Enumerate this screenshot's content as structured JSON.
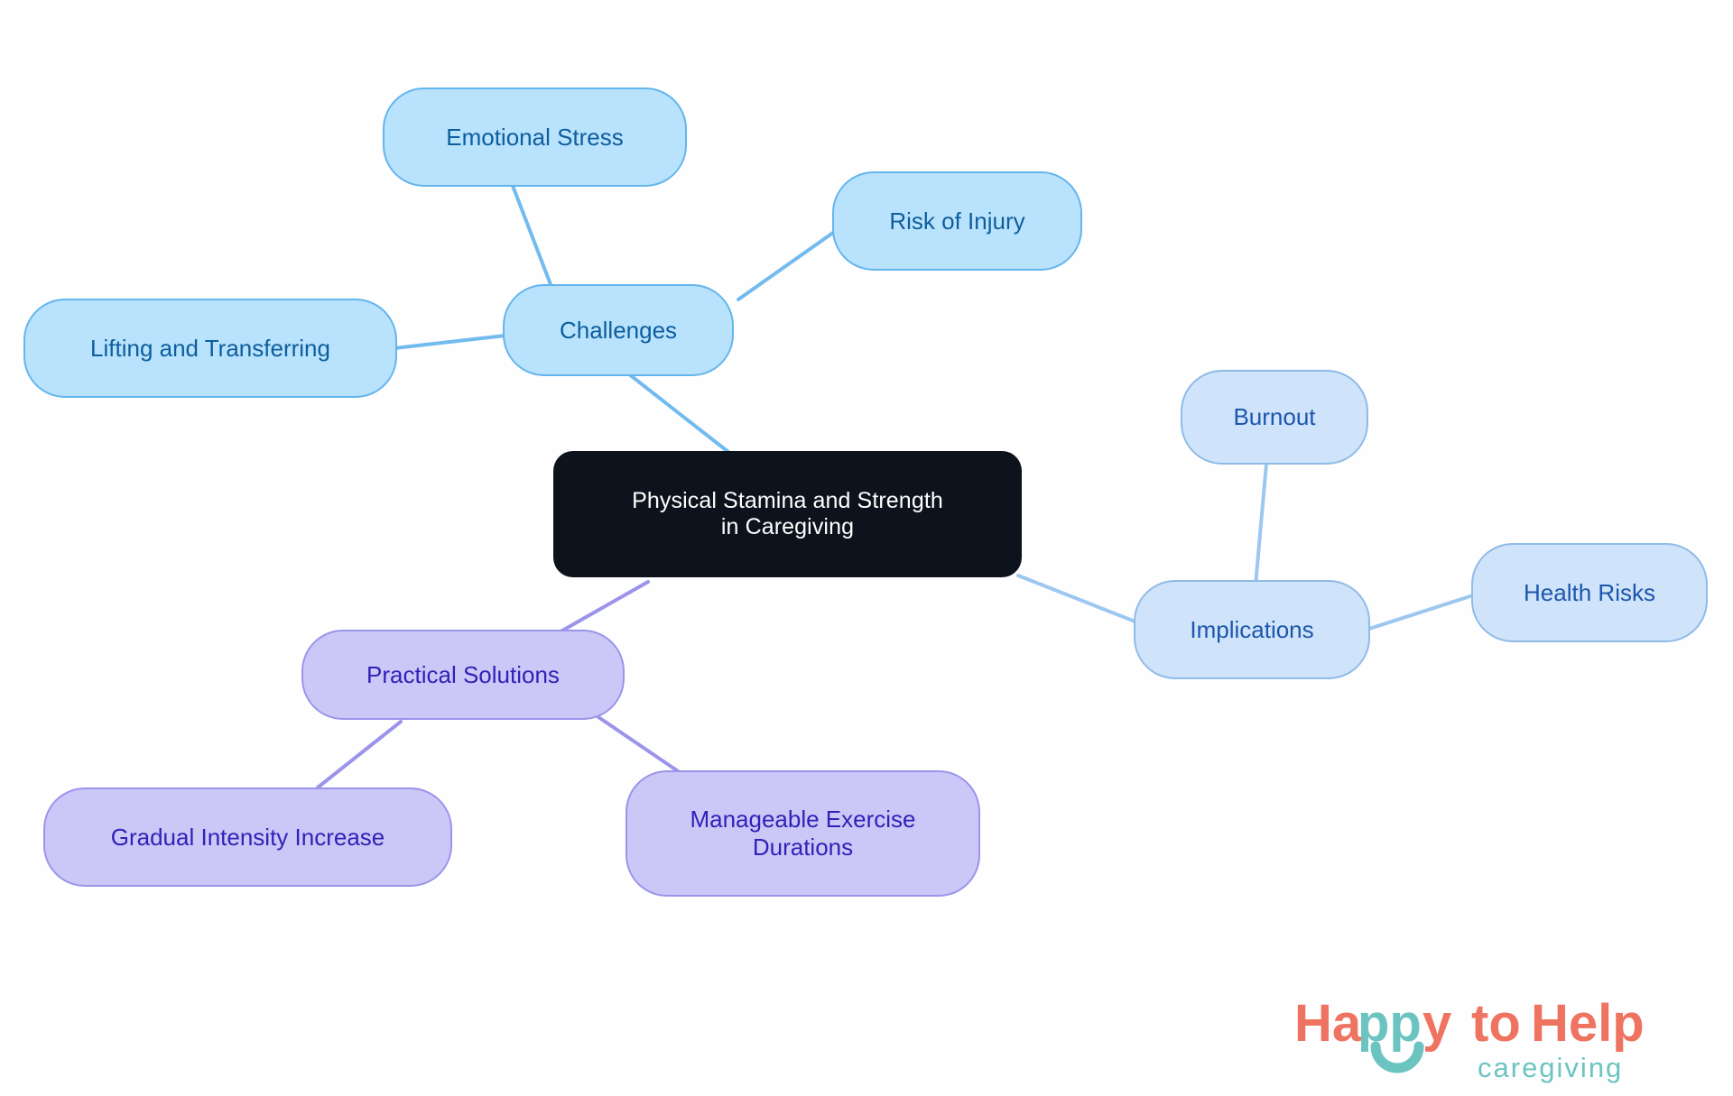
{
  "diagram": {
    "type": "mindmap",
    "title": "Physical Stamina and Strength in Caregiving",
    "background_color": "#fefeff",
    "root": {
      "id": "root",
      "label": "Physical Stamina and Strength\nin Caregiving",
      "fill": "#0d131d",
      "text_color": "#ffffff"
    },
    "branches": [
      {
        "id": "challenges",
        "label": "Challenges",
        "fill": "#b9e2fc",
        "stroke": "#64b5ec",
        "text_color": "#0d5e9e",
        "children": [
          {
            "id": "emotional-stress",
            "label": "Emotional Stress"
          },
          {
            "id": "risk-of-injury",
            "label": "Risk of Injury"
          },
          {
            "id": "lifting-and-transferring",
            "label": "Lifting and Transferring"
          }
        ]
      },
      {
        "id": "implications",
        "label": "Implications",
        "fill": "#cfe3fa",
        "stroke": "#8fbbe8",
        "text_color": "#1c56ac",
        "children": [
          {
            "id": "burnout",
            "label": "Burnout"
          },
          {
            "id": "health-risks",
            "label": "Health Risks"
          }
        ]
      },
      {
        "id": "practical-solutions",
        "label": "Practical Solutions",
        "fill": "#cbc8f7",
        "stroke": "#9b94ea",
        "text_color": "#2f22b8",
        "children": [
          {
            "id": "gradual-intensity-increase",
            "label": "Gradual Intensity Increase"
          },
          {
            "id": "manageable-exercise-durations",
            "label": "Manageable Exercise\nDurations"
          }
        ]
      }
    ],
    "nodes": {
      "root": "Physical Stamina and Strength\nin Caregiving",
      "challenges": "Challenges",
      "emotional_stress": "Emotional Stress",
      "risk_of_injury": "Risk of Injury",
      "lifting_and_transferring": "Lifting and Transferring",
      "implications": "Implications",
      "burnout": "Burnout",
      "health_risks": "Health Risks",
      "practical_solutions": "Practical Solutions",
      "gradual_intensity_increase": "Gradual Intensity Increase",
      "manageable_exercise_durations": "Manageable Exercise\nDurations"
    }
  },
  "logo": {
    "word_happy": "Happy",
    "word_pp": "pp",
    "word_to": "to",
    "word_help": "Help",
    "tagline": "caregiving",
    "primary_color": "#ef7361",
    "accent_color": "#6cc4c0"
  }
}
